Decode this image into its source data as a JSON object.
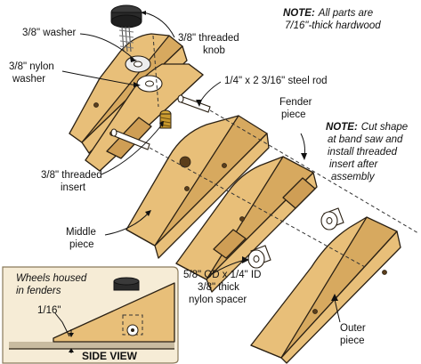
{
  "labels": {
    "washer": "3/8\" washer",
    "nylon_washer_line1": "3/8\" nylon",
    "nylon_washer_line2": "washer",
    "threaded_knob_line1": "3/8\" threaded",
    "threaded_knob_line2": "knob",
    "steel_rod": "1/4\" x 2 3/16\" steel rod",
    "fender_piece_line1": "Fender",
    "fender_piece_line2": "piece",
    "threaded_insert_line1": "3/8\" threaded",
    "threaded_insert_line2": "insert",
    "middle_piece_line1": "Middle",
    "middle_piece_line2": "piece",
    "spacer_line1": "5/8\" OD x 1/4\" ID",
    "spacer_line2": "3/8\" thick",
    "spacer_line3": "nylon spacer",
    "outer_piece_line1": "Outer",
    "outer_piece_line2": "piece"
  },
  "notes": {
    "note1_heading": "NOTE:",
    "note1_line1": "All parts are",
    "note1_line2": "7/16\"-thick hardwood",
    "note2_heading": "NOTE:",
    "note2_line1": "Cut shape",
    "note2_line2": "at band saw and",
    "note2_line3": "install threaded",
    "note2_line4": "insert after",
    "note2_line5": "assembly"
  },
  "side_view": {
    "caption_line1": "Wheels housed",
    "caption_line2": "in fenders",
    "dimension": "1/16\"",
    "title": "SIDE VIEW"
  },
  "colors": {
    "wood": "#e8bf79",
    "wood_dark": "#cf9e55",
    "knob": "#2a2a2a",
    "inset_background": "#f6ecd6"
  },
  "icons": [
    "knob-icon",
    "washer-icon",
    "threaded-insert-icon",
    "steel-rod-icon",
    "nylon-spacer-icon",
    "arrow-icon"
  ]
}
